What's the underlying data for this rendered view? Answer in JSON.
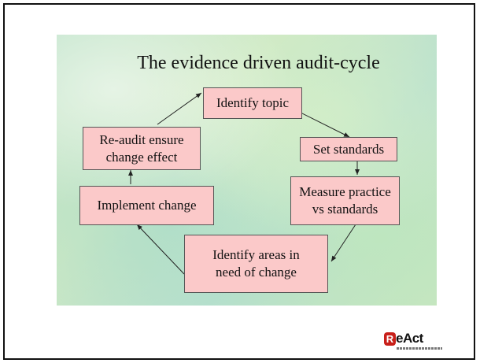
{
  "slide": {
    "title": "The evidence driven audit-cycle"
  },
  "cycle": {
    "identify_topic": "Identify topic",
    "set_standards": "Set standards",
    "measure_practice": "Measure practice\nvs standards",
    "identify_areas": "Identify areas in\nneed of change",
    "implement_change": "Implement change",
    "re_audit": "Re-audit ensure\nchange effect"
  },
  "logo": {
    "r_mark": "R",
    "text": "eAct"
  },
  "colors": {
    "box_fill": "#fbc9c9",
    "logo_accent": "#c8201a"
  }
}
